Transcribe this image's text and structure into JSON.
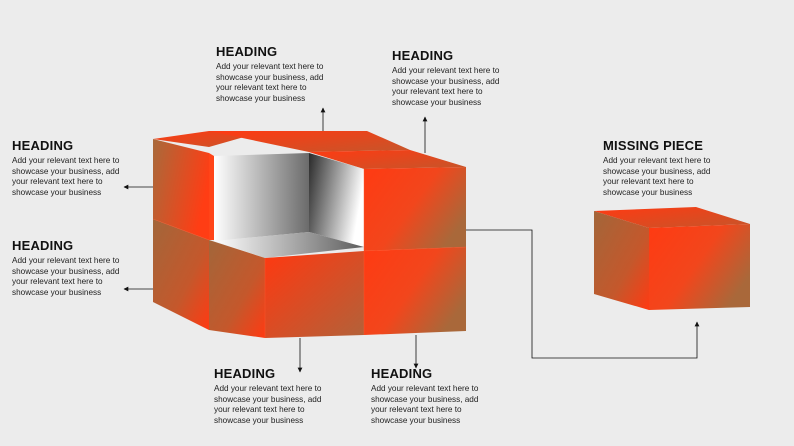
{
  "colors": {
    "background": "#ececec",
    "orange": "#ff3a12",
    "brown": "#a7673a",
    "hollow_light": "#ffffff",
    "hollow_dark": "#2f2f2f",
    "arrow": "#111111"
  },
  "blocks": {
    "top_left": {
      "heading": "HEADING",
      "text": "Add your relevant text here to showcase your business, add your relevant text here to showcase your business"
    },
    "top_right": {
      "heading": "HEADING",
      "text": "Add your relevant text here to showcase your business, add your relevant text here to showcase your business"
    },
    "left_upper": {
      "heading": "HEADING",
      "text": "Add your relevant text here to showcase your business, add your relevant text here to showcase your business"
    },
    "left_lower": {
      "heading": "HEADING",
      "text": "Add your relevant text here to showcase your business, add your relevant text here to showcase your business"
    },
    "bottom_left": {
      "heading": "HEADING",
      "text": "Add your relevant text here to showcase your business, add your relevant text here to showcase your business"
    },
    "bottom_right": {
      "heading": "HEADING",
      "text": "Add your relevant text here to showcase your business, add your relevant text here to showcase your business"
    },
    "missing_piece": {
      "heading": "MISSING PIECE",
      "text": "Add your relevant text here to showcase your business, add your relevant text here to showcase your business"
    }
  }
}
